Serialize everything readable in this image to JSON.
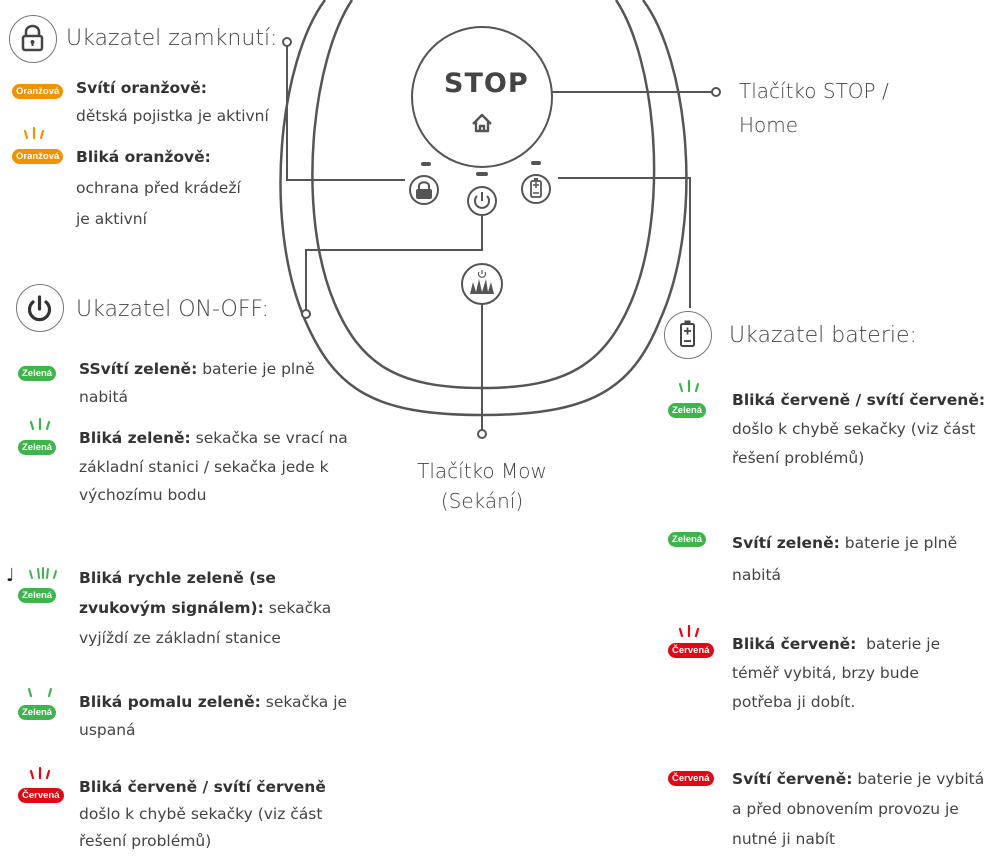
{
  "lock": {
    "title": "Ukazatel zamknutí:",
    "icon": "lock-icon",
    "items": [
      {
        "badge": "Oranžová",
        "badge_color": "#f39200",
        "blink": false,
        "strong": "Svítí oranžově:",
        "lines": [
          "dětská pojistka je aktivní"
        ]
      },
      {
        "badge": "Oranžová",
        "badge_color": "#f39200",
        "blink": true,
        "strong": "Bliká oranžově:",
        "lines": [
          "ochrana před krádeží",
          "je aktivní"
        ]
      }
    ]
  },
  "onoff": {
    "title": "Ukazatel ON-OFF:",
    "icon": "power-icon",
    "items": [
      {
        "badge": "Zelená",
        "badge_color": "#3db54a",
        "blink": false,
        "strong": "SSvítí zeleně:",
        "rest": " baterie je plně",
        "lines": [
          "nabitá"
        ]
      },
      {
        "badge": "Zelená",
        "badge_color": "#3db54a",
        "blink": true,
        "strong": "Bliká zeleně:",
        "rest": " sekačka se vrací na",
        "lines": [
          "základní stanici / sekačka jede k",
          "výchozímu bodu"
        ]
      },
      {
        "badge": "Zelená",
        "badge_color": "#3db54a",
        "blink": true,
        "strong": "Bliká rychle zeleně (se",
        "strong2": "zvukovým signálem):",
        "rest2": " sekačka",
        "lines": [
          "vyjíždí ze základní stanice"
        ]
      },
      {
        "badge": "Zelená",
        "badge_color": "#3db54a",
        "blink": true,
        "strong": "Bliká pomalu zeleně:",
        "rest": " sekačka je",
        "lines": [
          "uspaná"
        ]
      },
      {
        "badge": "Červená",
        "badge_color": "#e30613",
        "blink": true,
        "strong": "Bliká červeně / svítí červeně",
        "lines": [
          "došlo k chybě sekačky (viz část",
          "řešení problémů)"
        ]
      }
    ]
  },
  "battery": {
    "title": "Ukazatel baterie:",
    "icon": "battery-icon",
    "items": [
      {
        "badge": "Zelená",
        "badge_color": "#3db54a",
        "blink": true,
        "strong": "Bliká červeně / svítí červeně:",
        "lines": [
          "došlo k chybě sekačky (viz část",
          "řešení problémů)"
        ]
      },
      {
        "badge": "Zelená",
        "badge_color": "#3db54a",
        "blink": false,
        "strong": "Svítí zeleně:",
        "rest": " baterie je plně",
        "lines": [
          "nabitá"
        ]
      },
      {
        "badge": "Červená",
        "badge_color": "#e30613",
        "blink": true,
        "strong": "Bliká červeně:",
        "rest": "  baterie je",
        "lines": [
          "téměř vybitá, brzy bude",
          "potřeba ji dobít."
        ]
      },
      {
        "badge": "Červená",
        "badge_color": "#e30613",
        "blink": false,
        "strong": "Svítí červeně:",
        "rest": " baterie je vybitá",
        "lines": [
          "a před obnovením provozu je",
          "nutné ji nabít"
        ]
      }
    ]
  },
  "stop": {
    "label": "STOP",
    "caption_1": "Tlačítko STOP /",
    "caption_2": "Home"
  },
  "mow": {
    "caption_1": "Tlačítko Mow",
    "caption_2": "(Sekání)"
  },
  "colors": {
    "orange": "#f39200",
    "green": "#3db54a",
    "red": "#e30613",
    "line": "#555555"
  }
}
